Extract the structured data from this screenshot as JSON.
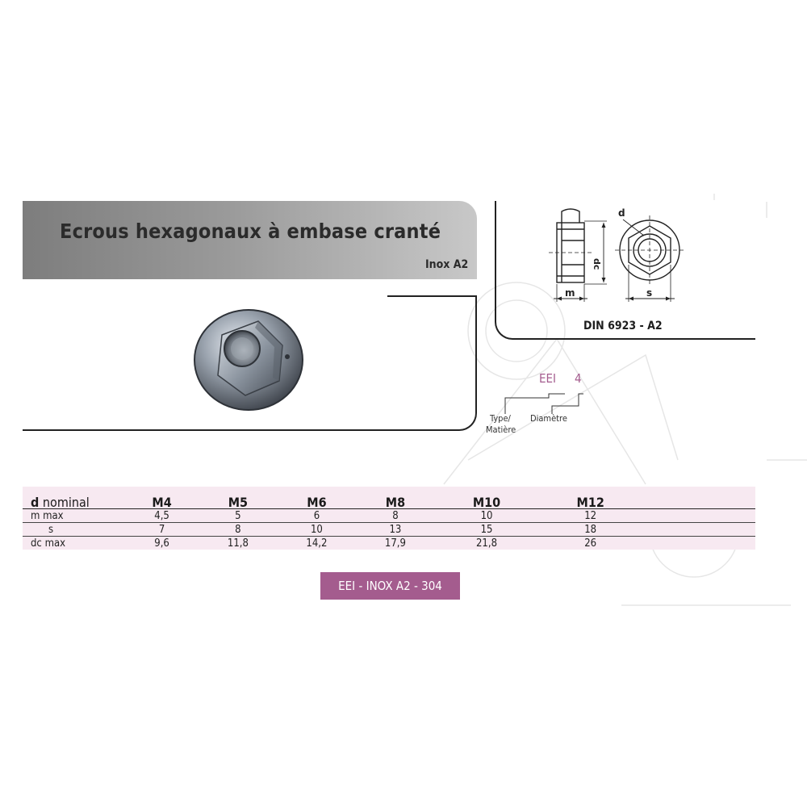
{
  "header": {
    "title": "Ecrous hexagonaux à embase cranté",
    "material": "Inox A2"
  },
  "drawing": {
    "standard": "DIN 6923 - A2",
    "label_d": "d",
    "label_dc": "dc",
    "label_m": "m",
    "label_s": "s"
  },
  "code": {
    "type_code": "EEI",
    "diameter_code": "4",
    "type_label_line1": "Type/",
    "type_label_line2": "Matière",
    "diameter_label": "Diamètre"
  },
  "table": {
    "header_label_bold": "d",
    "header_label_rest": " nominal",
    "columns": [
      "M4",
      "M5",
      "M6",
      "M8",
      "M10",
      "M12"
    ],
    "rows": [
      {
        "label": "m max",
        "values": [
          "4,5",
          "5",
          "6",
          "8",
          "10",
          "12"
        ]
      },
      {
        "label": "s",
        "values": [
          "7",
          "8",
          "10",
          "13",
          "15",
          "18"
        ]
      },
      {
        "label": "dc max",
        "values": [
          "9,6",
          "11,8",
          "14,2",
          "17,9",
          "21,8",
          "26"
        ]
      }
    ]
  },
  "reference": "EEI - INOX A2 - 304",
  "colors": {
    "accent": "#a45c8e",
    "table_bg": "#f7e9f1",
    "banner": "#8c8c8c"
  }
}
